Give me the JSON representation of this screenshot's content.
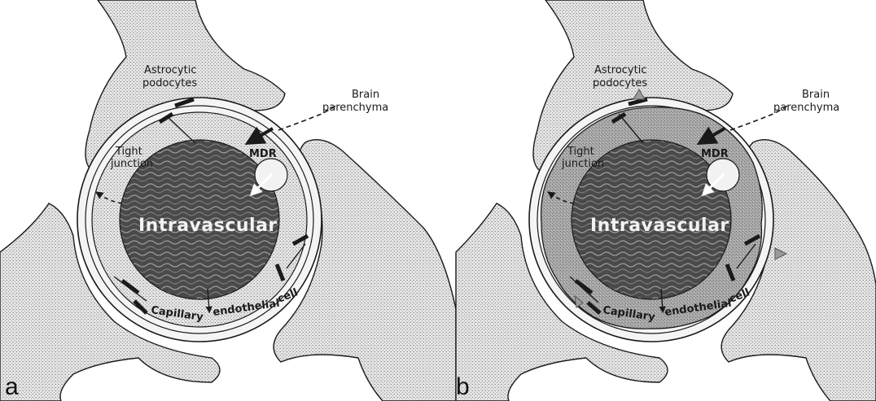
{
  "panels": [
    {
      "letter": "a",
      "labels": {
        "astrocytic": "Astrocytic",
        "podocytes": "podocytes",
        "brain": "Brain",
        "parenchyma": "parenchyma",
        "tight": "Tight",
        "junction": "junction",
        "mdr": "MDR",
        "intravascular": "Intravascular",
        "capillary": "Capillary",
        "endothelial": "endothelial",
        "cell": "cell"
      }
    },
    {
      "letter": "b",
      "labels": {
        "astrocytic": "Astrocytic",
        "podocytes": "podocytes",
        "brain": "Brain",
        "parenchyma": "parenchyma",
        "tight": "Tight",
        "junction": "junction",
        "mdr": "MDR",
        "intravascular": "Intravascular",
        "capillary": "Capillary",
        "endothelial": "endothelial",
        "cell": "cell"
      }
    }
  ],
  "colors": {
    "stipple_light": "#d9d9d9",
    "stipple_dark": "#b3b3b3",
    "lumen": "#4a4a4a",
    "endothelium_a": "#e6e6e6",
    "endothelium_b": "#9e9e9e",
    "outline": "#1a1a1a"
  }
}
